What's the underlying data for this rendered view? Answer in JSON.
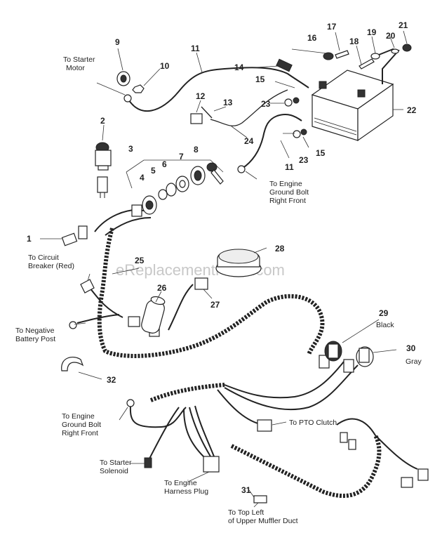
{
  "watermark": "eReplacementParts.com",
  "callouts": [
    "1",
    "2",
    "3",
    "4",
    "5",
    "6",
    "7",
    "8",
    "9",
    "10",
    "11",
    "11",
    "12",
    "13",
    "14",
    "15",
    "15",
    "16",
    "17",
    "18",
    "19",
    "20",
    "21",
    "22",
    "23",
    "23",
    "24",
    "25",
    "26",
    "27",
    "28",
    "29",
    "30",
    "31",
    "32"
  ],
  "labels": {
    "starter_motor": [
      "To Starter",
      "Motor"
    ],
    "engine_ground_upper": [
      "To Engine",
      "Ground Bolt",
      "Right Front"
    ],
    "circuit_breaker": [
      "To Circuit",
      "Breaker (Red)"
    ],
    "negative_post": [
      "To Negative",
      "Battery Post"
    ],
    "black": "Black",
    "gray": "Gray",
    "engine_ground_lower": [
      "To Engine",
      "Ground Bolt",
      "Right Front"
    ],
    "pto_clutch": "To PTO Clutch",
    "starter_solenoid": [
      "To Starter",
      "Solenoid"
    ],
    "engine_harness": [
      "To Engine",
      "Harness Plug"
    ],
    "muffler_duct": [
      "To Top Left",
      "of Upper Muffler Duct"
    ]
  }
}
